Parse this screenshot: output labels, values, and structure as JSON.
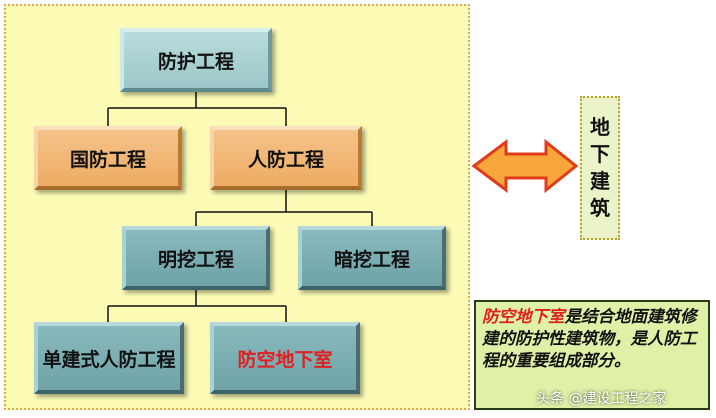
{
  "nodes": {
    "root": "防护工程",
    "national": "国防工程",
    "civil": "人防工程",
    "open_cut": "明挖工程",
    "tunnel": "暗挖工程",
    "standalone": "单建式人防工程",
    "basement": "防空地下室"
  },
  "side_label": [
    "地",
    "下",
    "建",
    "筑"
  ],
  "note": {
    "highlight": "防空地下室",
    "text": "是结合地面建筑修建的防护性建筑物，是人防工程的重要组成部分。"
  },
  "watermark": "头条 @建设工程之家",
  "colors": {
    "panel": "#fbfbb6",
    "arrow_fill": "#f6a63a",
    "arrow_stroke": "#e03c1c",
    "highlight_text": "#e02020",
    "note_bg": "#dff1a6"
  }
}
